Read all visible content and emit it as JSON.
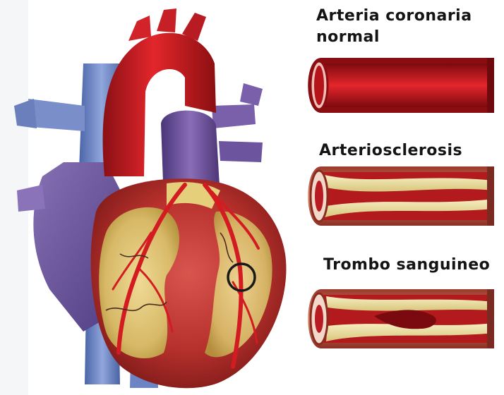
{
  "labels": {
    "normal": "Arteria coronaria normal",
    "atherosclerosis": "Arteriosclerosis",
    "thrombus": "Trombo sanguineo"
  },
  "colors": {
    "artery_red": "#c9151b",
    "vein_purple": "#6b4f9a",
    "vena_blue": "#6f88c8",
    "fat_yellow": "#e3d27d",
    "plaque": "#efe3a6",
    "ring": "#1a1a1a"
  }
}
